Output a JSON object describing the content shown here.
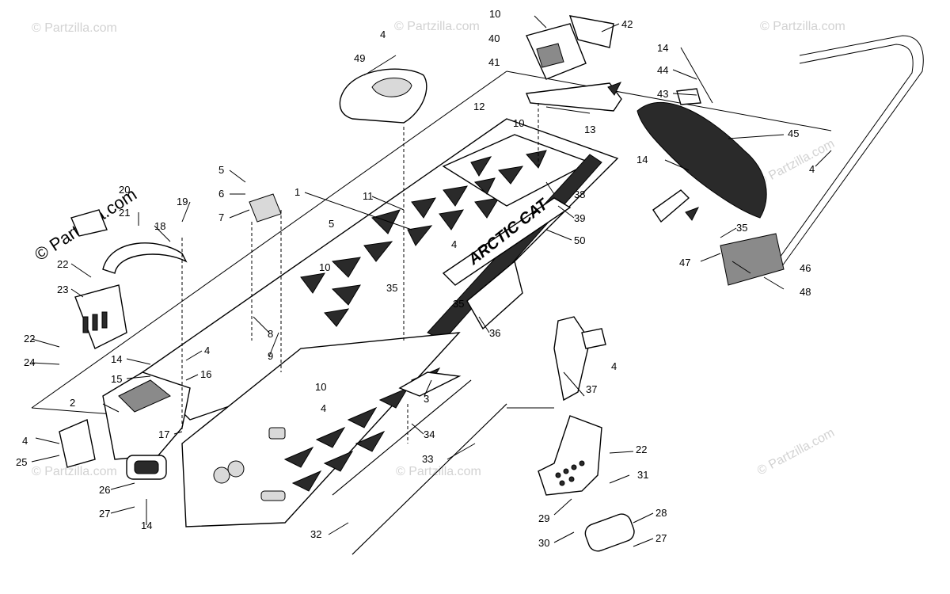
{
  "watermarks": {
    "text": "© Partzilla.com"
  },
  "brand_decal": "ARCTIC CAT",
  "callouts": [
    {
      "id": "c1",
      "label": "1"
    },
    {
      "id": "c2",
      "label": "2"
    },
    {
      "id": "c3",
      "label": "3"
    },
    {
      "id": "c4a",
      "label": "4"
    },
    {
      "id": "c4b",
      "label": "4"
    },
    {
      "id": "c4c",
      "label": "4"
    },
    {
      "id": "c4d",
      "label": "4"
    },
    {
      "id": "c4e",
      "label": "4"
    },
    {
      "id": "c4f",
      "label": "4"
    },
    {
      "id": "c4g",
      "label": "4"
    },
    {
      "id": "c5a",
      "label": "5"
    },
    {
      "id": "c5b",
      "label": "5"
    },
    {
      "id": "c6",
      "label": "6"
    },
    {
      "id": "c7",
      "label": "7"
    },
    {
      "id": "c8",
      "label": "8"
    },
    {
      "id": "c9",
      "label": "9"
    },
    {
      "id": "c10a",
      "label": "10"
    },
    {
      "id": "c10b",
      "label": "10"
    },
    {
      "id": "c10c",
      "label": "10"
    },
    {
      "id": "c10d",
      "label": "10"
    },
    {
      "id": "c11",
      "label": "11"
    },
    {
      "id": "c12",
      "label": "12"
    },
    {
      "id": "c13",
      "label": "13"
    },
    {
      "id": "c14a",
      "label": "14"
    },
    {
      "id": "c14b",
      "label": "14"
    },
    {
      "id": "c14c",
      "label": "14"
    },
    {
      "id": "c14d",
      "label": "14"
    },
    {
      "id": "c15",
      "label": "15"
    },
    {
      "id": "c16",
      "label": "16"
    },
    {
      "id": "c17",
      "label": "17"
    },
    {
      "id": "c18",
      "label": "18"
    },
    {
      "id": "c19",
      "label": "19"
    },
    {
      "id": "c20",
      "label": "20"
    },
    {
      "id": "c21",
      "label": "21"
    },
    {
      "id": "c22a",
      "label": "22"
    },
    {
      "id": "c22b",
      "label": "22"
    },
    {
      "id": "c22c",
      "label": "22"
    },
    {
      "id": "c23",
      "label": "23"
    },
    {
      "id": "c24",
      "label": "24"
    },
    {
      "id": "c25",
      "label": "25"
    },
    {
      "id": "c26",
      "label": "26"
    },
    {
      "id": "c27a",
      "label": "27"
    },
    {
      "id": "c27b",
      "label": "27"
    },
    {
      "id": "c28",
      "label": "28"
    },
    {
      "id": "c29",
      "label": "29"
    },
    {
      "id": "c30",
      "label": "30"
    },
    {
      "id": "c31",
      "label": "31"
    },
    {
      "id": "c32",
      "label": "32"
    },
    {
      "id": "c33",
      "label": "33"
    },
    {
      "id": "c34",
      "label": "34"
    },
    {
      "id": "c35a",
      "label": "35"
    },
    {
      "id": "c35b",
      "label": "35"
    },
    {
      "id": "c35c",
      "label": "35"
    },
    {
      "id": "c36",
      "label": "36"
    },
    {
      "id": "c37",
      "label": "37"
    },
    {
      "id": "c38",
      "label": "38"
    },
    {
      "id": "c39",
      "label": "39"
    },
    {
      "id": "c40",
      "label": "40"
    },
    {
      "id": "c41",
      "label": "41"
    },
    {
      "id": "c42",
      "label": "42"
    },
    {
      "id": "c43",
      "label": "43"
    },
    {
      "id": "c44",
      "label": "44"
    },
    {
      "id": "c45",
      "label": "45"
    },
    {
      "id": "c46",
      "label": "46"
    },
    {
      "id": "c47",
      "label": "47"
    },
    {
      "id": "c48",
      "label": "48"
    },
    {
      "id": "c49",
      "label": "49"
    },
    {
      "id": "c50",
      "label": "50"
    }
  ]
}
